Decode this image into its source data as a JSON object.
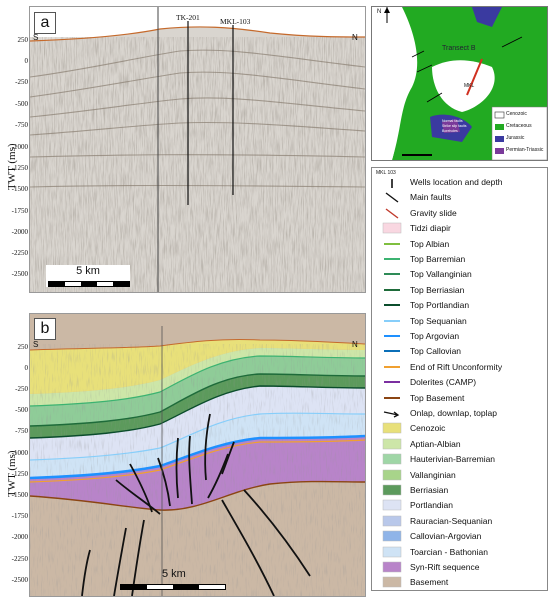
{
  "panel_a": {
    "letter": "a",
    "y_label": "TWT (ms)",
    "ticks": [
      "250",
      "0",
      "-250",
      "-500",
      "-750",
      "-1000",
      "-1250",
      "-1500",
      "-1750",
      "-2000",
      "-2250",
      "-2500"
    ],
    "side_left": "S",
    "side_right": "N",
    "wells": [
      "TK-201",
      "MKL-103"
    ],
    "scale_label": "5 km"
  },
  "panel_b": {
    "letter": "b",
    "y_label": "TWT (ms)",
    "ticks": [
      "250",
      "0",
      "-250",
      "-500",
      "-750",
      "-1000",
      "-1250",
      "-1500",
      "-1750",
      "-2000",
      "-2250",
      "-2500"
    ],
    "side_left": "S",
    "side_right": "N",
    "scale_label": "5 km"
  },
  "map": {
    "north": "N",
    "transect_label": "Transect B",
    "well_label": "MKL",
    "legend": [
      "Cenozoic",
      "Cretaceous",
      "Jurassic",
      "Permian-Triassic"
    ],
    "symbols": [
      "Normal faults",
      "Strike slip faults",
      "Boreholes"
    ],
    "colors": {
      "cenozoic": "#ffffff",
      "cretaceous": "#22aa22",
      "jurassic": "#3a3aa0",
      "permo_triassic": "#7a3a9a"
    }
  },
  "legend": {
    "well_code": "MKL 103",
    "items": [
      {
        "label": "Wells location and depth",
        "kind": "well"
      },
      {
        "label": "Main faults",
        "kind": "line",
        "color": "#111111"
      },
      {
        "label": "Gravity slide",
        "kind": "line",
        "color": "#c0392b"
      },
      {
        "label": "Tidzi diapir",
        "kind": "box",
        "color": "#f9d7e1"
      },
      {
        "label": "Top Albian",
        "kind": "hline",
        "color": "#7fbf3f"
      },
      {
        "label": "Top Barremian",
        "kind": "hline",
        "color": "#3cb371"
      },
      {
        "label": "Top Vallanginian",
        "kind": "hline",
        "color": "#2e8b57"
      },
      {
        "label": "Top Berriasian",
        "kind": "hline",
        "color": "#1e6b3a"
      },
      {
        "label": "Top Portlandian",
        "kind": "hline",
        "color": "#0b4d2c"
      },
      {
        "label": "Top Sequanian",
        "kind": "hline",
        "color": "#87cefa"
      },
      {
        "label": "Top Argovian",
        "kind": "hline",
        "color": "#1e90ff"
      },
      {
        "label": "Top Callovian",
        "kind": "hline",
        "color": "#0b6fb8"
      },
      {
        "label": "End of Rift Unconformity",
        "kind": "hline",
        "color": "#f0a030"
      },
      {
        "label": "Dolerites (CAMP)",
        "kind": "hline",
        "color": "#7b2fa0"
      },
      {
        "label": "Top Basement",
        "kind": "hline",
        "color": "#8b4513"
      },
      {
        "label": "Onlap, downlap, toplap",
        "kind": "arrow",
        "color": "#111111"
      },
      {
        "label": "Cenozoic",
        "kind": "box",
        "color": "#e8e07a"
      },
      {
        "label": "Aptian-Albian",
        "kind": "box",
        "color": "#cde6a8"
      },
      {
        "label": "Hauterivian-Barremian",
        "kind": "box",
        "color": "#9fd6a6"
      },
      {
        "label": "Vallanginian",
        "kind": "box",
        "color": "#a8d48a"
      },
      {
        "label": "Berriasian",
        "kind": "box",
        "color": "#5c9a5c"
      },
      {
        "label": "Portlandian",
        "kind": "box",
        "color": "#dde3f4"
      },
      {
        "label": "Rauracian-Sequanian",
        "kind": "box",
        "color": "#b9c8ea"
      },
      {
        "label": "Callovian-Argovian",
        "kind": "box",
        "color": "#8fb4e8"
      },
      {
        "label": "Toarcian - Bathonian",
        "kind": "box",
        "color": "#cfe3f5"
      },
      {
        "label": "Syn-Rift sequence",
        "kind": "box",
        "color": "#b884c9"
      },
      {
        "label": "Basement",
        "kind": "box",
        "color": "#cbb8a5"
      }
    ]
  }
}
